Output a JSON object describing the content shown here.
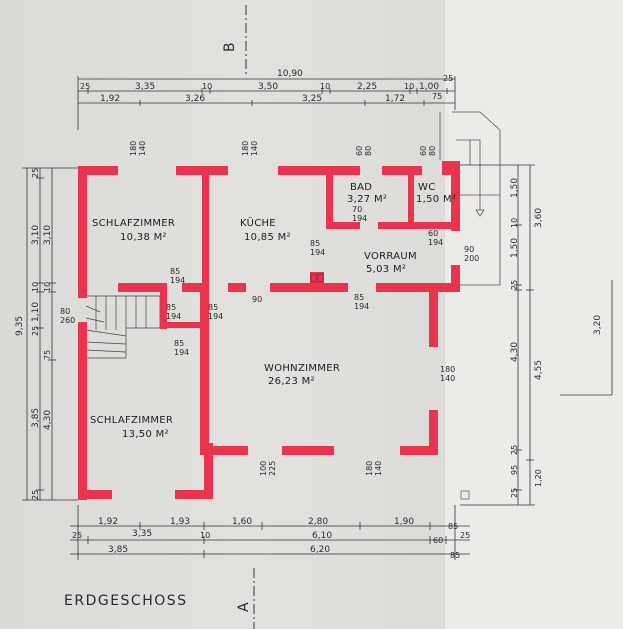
{
  "plan": {
    "title": "ERDGESCHOSS",
    "section_top": "B",
    "section_bottom": "A",
    "wall_color": "#e8344f",
    "ink_color": "#2a2a2a",
    "rooms": {
      "schlafzimmer1_name": "SCHLAFZIMMER",
      "schlafzimmer1_area": "10,38 M²",
      "kueche_name": "KÜCHE",
      "kueche_area": "10,85 M²",
      "bad_name": "BAD",
      "bad_area": "3,27 M²",
      "wc_name": "WC",
      "wc_area": "1,50 M²",
      "vorraum_name": "VORRAUM",
      "vorraum_area": "5,03 M²",
      "wohnzimmer_name": "WOHNZIMMER",
      "wohnzimmer_area": "26,23 M²",
      "schlafzimmer2_name": "SCHLAFZIMMER",
      "schlafzimmer2_area": "13,50 M²"
    },
    "top_dims": {
      "total": "10,90",
      "row1": [
        "25",
        "3,35",
        "10",
        "3,50",
        "10",
        "2,25",
        "10",
        "1,00",
        "25"
      ],
      "row2": [
        "1,92",
        "3,26",
        "3,25",
        "1,72",
        "75"
      ]
    },
    "bottom_dims": {
      "row1": [
        "1,92",
        "3,35",
        "1,93",
        "1,60",
        "2,80",
        "1,90",
        "85"
      ],
      "row2": [
        "25",
        "10",
        "6,10",
        "60",
        "25"
      ],
      "row3": [
        "3,85",
        "6,20",
        "85"
      ]
    },
    "left_dims": {
      "total": "9,35",
      "col1": [
        "25",
        "3,10",
        "10",
        "1,10",
        "25",
        "3,85",
        "25"
      ],
      "col2": [
        "3,10",
        "10",
        "75",
        "4,30"
      ]
    },
    "right_dims": {
      "col1": [
        "1,50",
        "10",
        "1,50",
        "25",
        "4,30",
        "25",
        "95",
        "25"
      ],
      "col2": [
        "3,60",
        "4,55",
        "1,20"
      ],
      "far": "3,20"
    },
    "openings": {
      "w_schlaf1": "180\n140",
      "w_kueche": "180\n140",
      "w_bad": "60\n80",
      "w_wc": "60\n80",
      "d_kueche": "85\n194",
      "d_bad": "70\n194",
      "d_wc": "60\n194",
      "d_vorraum_out": "90\n200",
      "d_schlaf1": "85\n194",
      "d_wohn_top": "90",
      "d_wohn_vor": "85\n194",
      "d_stair": "85\n194",
      "d_stair2": "85\n194",
      "d_schlaf2": "85\n194",
      "w_wohn_right": "180\n140",
      "w_wohn_bottom1": "100\n225",
      "w_wohn_bottom2": "180\n140",
      "d_left": "80\n260"
    }
  }
}
